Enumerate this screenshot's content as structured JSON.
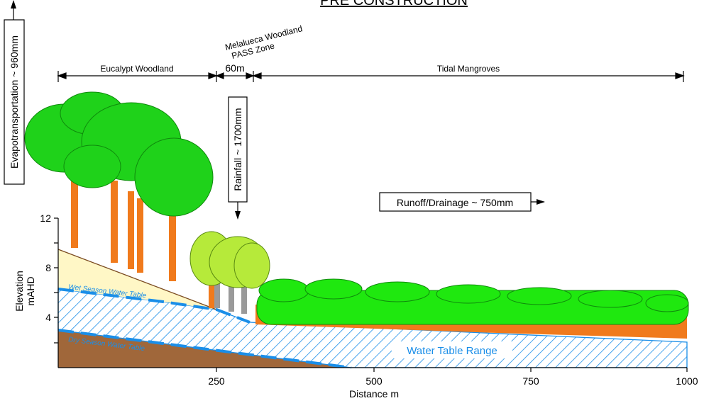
{
  "title": "PRE CONSTRUCTION",
  "zones": {
    "eucalypt": "Eucalypt Woodland",
    "melaleuca_line1": "Melalueca Woodland",
    "melaleuca_line2": "PASS Zone",
    "width_label": "60m",
    "mangroves": "Tidal Mangroves"
  },
  "labels": {
    "evapotranspiration": "Evapotransportation ~ 960mm",
    "rainfall": "Rainfall ~ 1700mm",
    "runoff": "Runoff/Drainage ~ 750mm",
    "wet_table": "Wet Season Water Table",
    "dry_table": "Dry Season Water Table",
    "range": "Water Table Range"
  },
  "axes": {
    "ylabel_line1": "Elevation",
    "ylabel_line2": "mAHD",
    "xlabel": "Distance m",
    "x_ticks": [
      "250",
      "500",
      "750",
      "1000"
    ],
    "y_ticks": [
      "12",
      "8",
      "4"
    ]
  },
  "colors": {
    "soil": "#a0673a",
    "topsoil": "#fff7c6",
    "water": "#1a8ee8",
    "tree_foliage": "#22dd11",
    "tree_light": "#b6ea3a",
    "trunk": "#f07a1c",
    "melaleuca_trunk": "#9a9a9a"
  }
}
